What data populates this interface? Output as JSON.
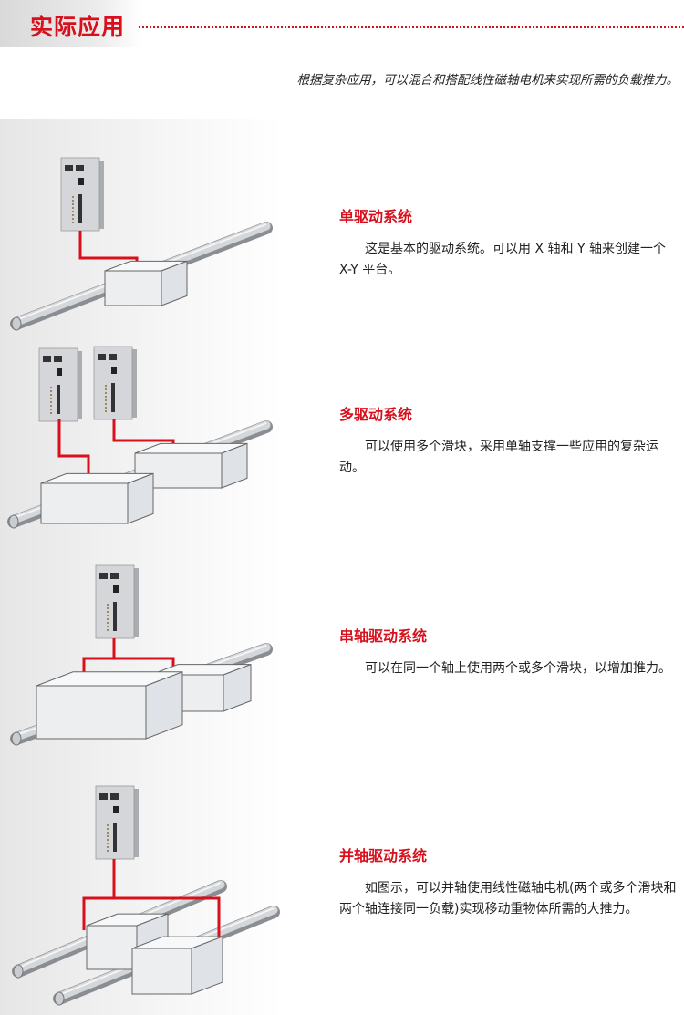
{
  "header": {
    "title": "实际应用"
  },
  "intro": "根据复杂应用，可以混合和搭配线性磁轴电机来实现所需的负载推力。",
  "sections": [
    {
      "title": "单驱动系统",
      "body": "这是基本的驱动系统。可以用 X 轴和 Y 轴来创建一个 X-Y 平台。"
    },
    {
      "title": "多驱动系统",
      "body": "可以使用多个滑块，采用单轴支撑一些应用的复杂运动。"
    },
    {
      "title": "串轴驱动系统",
      "body": "可以在同一个轴上使用两个或多个滑块，以增加推力。"
    },
    {
      "title": "并轴驱动系统",
      "body": "如图示，可以并轴使用线性磁轴电机(两个或多个滑块和两个轴连接同一负载)实现移动重物体所需的大推力。"
    }
  ],
  "colors": {
    "accent": "#d7101c",
    "wire": "#d7101c"
  }
}
